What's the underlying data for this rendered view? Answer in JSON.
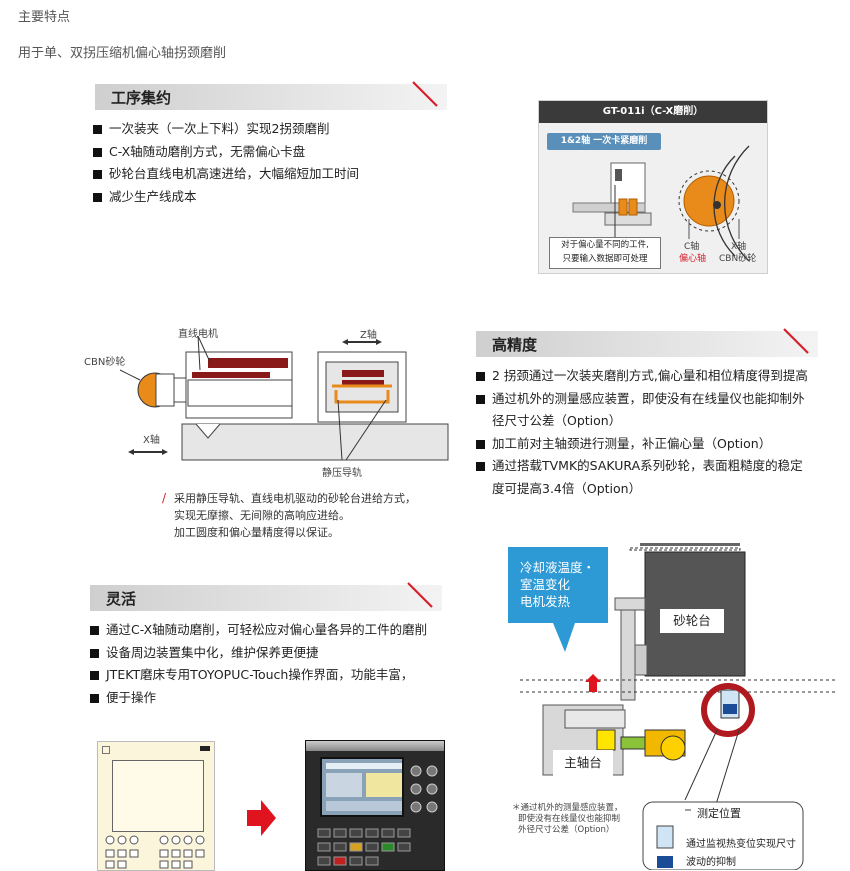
{
  "intro": {
    "heading": "主要特点",
    "subtitle": "用于单、双拐压缩机偏心轴拐颈磨削"
  },
  "sections": {
    "process": {
      "title": "工序集约",
      "items": [
        "一次装夹（一次上下料）实现2拐颈磨削",
        "C-X轴随动磨削方式，无需偏心卡盘",
        "砂轮台直线电机高速进给，大幅缩短加工时间",
        "减少生产线成本"
      ]
    },
    "precision": {
      "title": "高精度",
      "items": [
        "2 拐颈通过一次装夹磨削方式,偏心量和相位精度得到提高",
        "通过机外的测量感应装置，即使没有在线量仪也能抑制外",
        "径尺寸公差（Option）",
        "加工前对主轴颈进行测量，补正偏心量（Option）",
        "通过搭载TVMK的SAKURA系列砂轮，表面粗糙度的稳定",
        "度可提高3.4倍（Option）"
      ]
    },
    "flexible": {
      "title": "灵活",
      "items": [
        "通过C-X轴随动磨削，可轻松应对偏心量各异的工件的磨削",
        "设备周边装置集中化，维护保养更便捷",
        "JTEKT磨床专用TOYOPUC-Touch操作界面，功能丰富，",
        "便于操作"
      ]
    }
  },
  "gt_figure": {
    "title": "GT-011i（C-X磨削）",
    "tag": "1&2轴 一次卡紧磨削",
    "note_line1": "对于偏心量不同的工件,",
    "note_line2": "只要输入数据即可处理",
    "c_axis": "C轴",
    "eccentric": "偏心轴",
    "x_axis": "X轴",
    "cbn_wheel": "CBN砂轮"
  },
  "guide_figure": {
    "linear_motor": "直线电机",
    "z_axis": "Z轴",
    "cbn_wheel": "CBN砂轮",
    "x_axis": "X轴",
    "hydro_guide": "静压导轨",
    "caption_line1": "采用静压导轨、直线电机驱动的砂轮台进给方式，",
    "caption_line2": "实现无摩擦、无间隙的高响应进给。",
    "caption_line3": "加工圆度和偏心量精度得以保证。"
  },
  "temp_figure": {
    "callout_line1": "冷却液温度・",
    "callout_line2": "室温变化",
    "callout_line3": "电机发热",
    "wheel_head": "砂轮台",
    "work_head": "主轴台",
    "note_line1": "＊通过机外的测量感应装置，",
    "note_line2": "即使没有在线量仪也能抑制",
    "note_line3": "外径尺寸公差（Option）",
    "measure_pos": "测定位置",
    "suppress_line1": "通过监视热变位实现尺寸",
    "suppress_line2": "波动的抑制"
  },
  "colors": {
    "accent_red": "#d7202c",
    "callout_blue": "#2d9ad6",
    "wheel_orange": "#e88b1a",
    "dark_red_part": "#8a1a1a"
  }
}
